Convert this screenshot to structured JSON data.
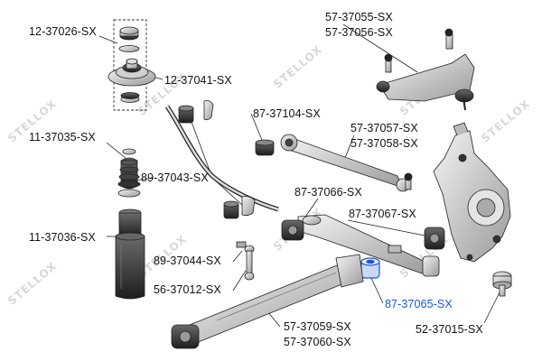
{
  "labels": {
    "p12_37026": "12-37026-SX",
    "p12_37041": "12-37041-SX",
    "p11_37035": "11-37035-SX",
    "p89_37043": "89-37043-SX",
    "p11_37036": "11-37036-SX",
    "p89_37044": "89-37044-SX",
    "p56_37012": "56-37012-SX",
    "p87_37104": "87-37104-SX",
    "p57_37055": "57-37055-SX",
    "p57_37056": "57-37056-SX",
    "p57_37057": "57-37057-SX",
    "p57_37058": "57-37058-SX",
    "p87_37066": "87-37066-SX",
    "p87_37067": "87-37067-SX",
    "p87_37065": "87-37065-SX",
    "p57_37059": "57-37059-SX",
    "p57_37060": "57-37060-SX",
    "p52_37015": "52-37015-SX"
  },
  "watermark": "STELLOX",
  "colors": {
    "highlight": "#1a56d6",
    "ink": "#111111",
    "watermark": "#d8d8d8"
  }
}
